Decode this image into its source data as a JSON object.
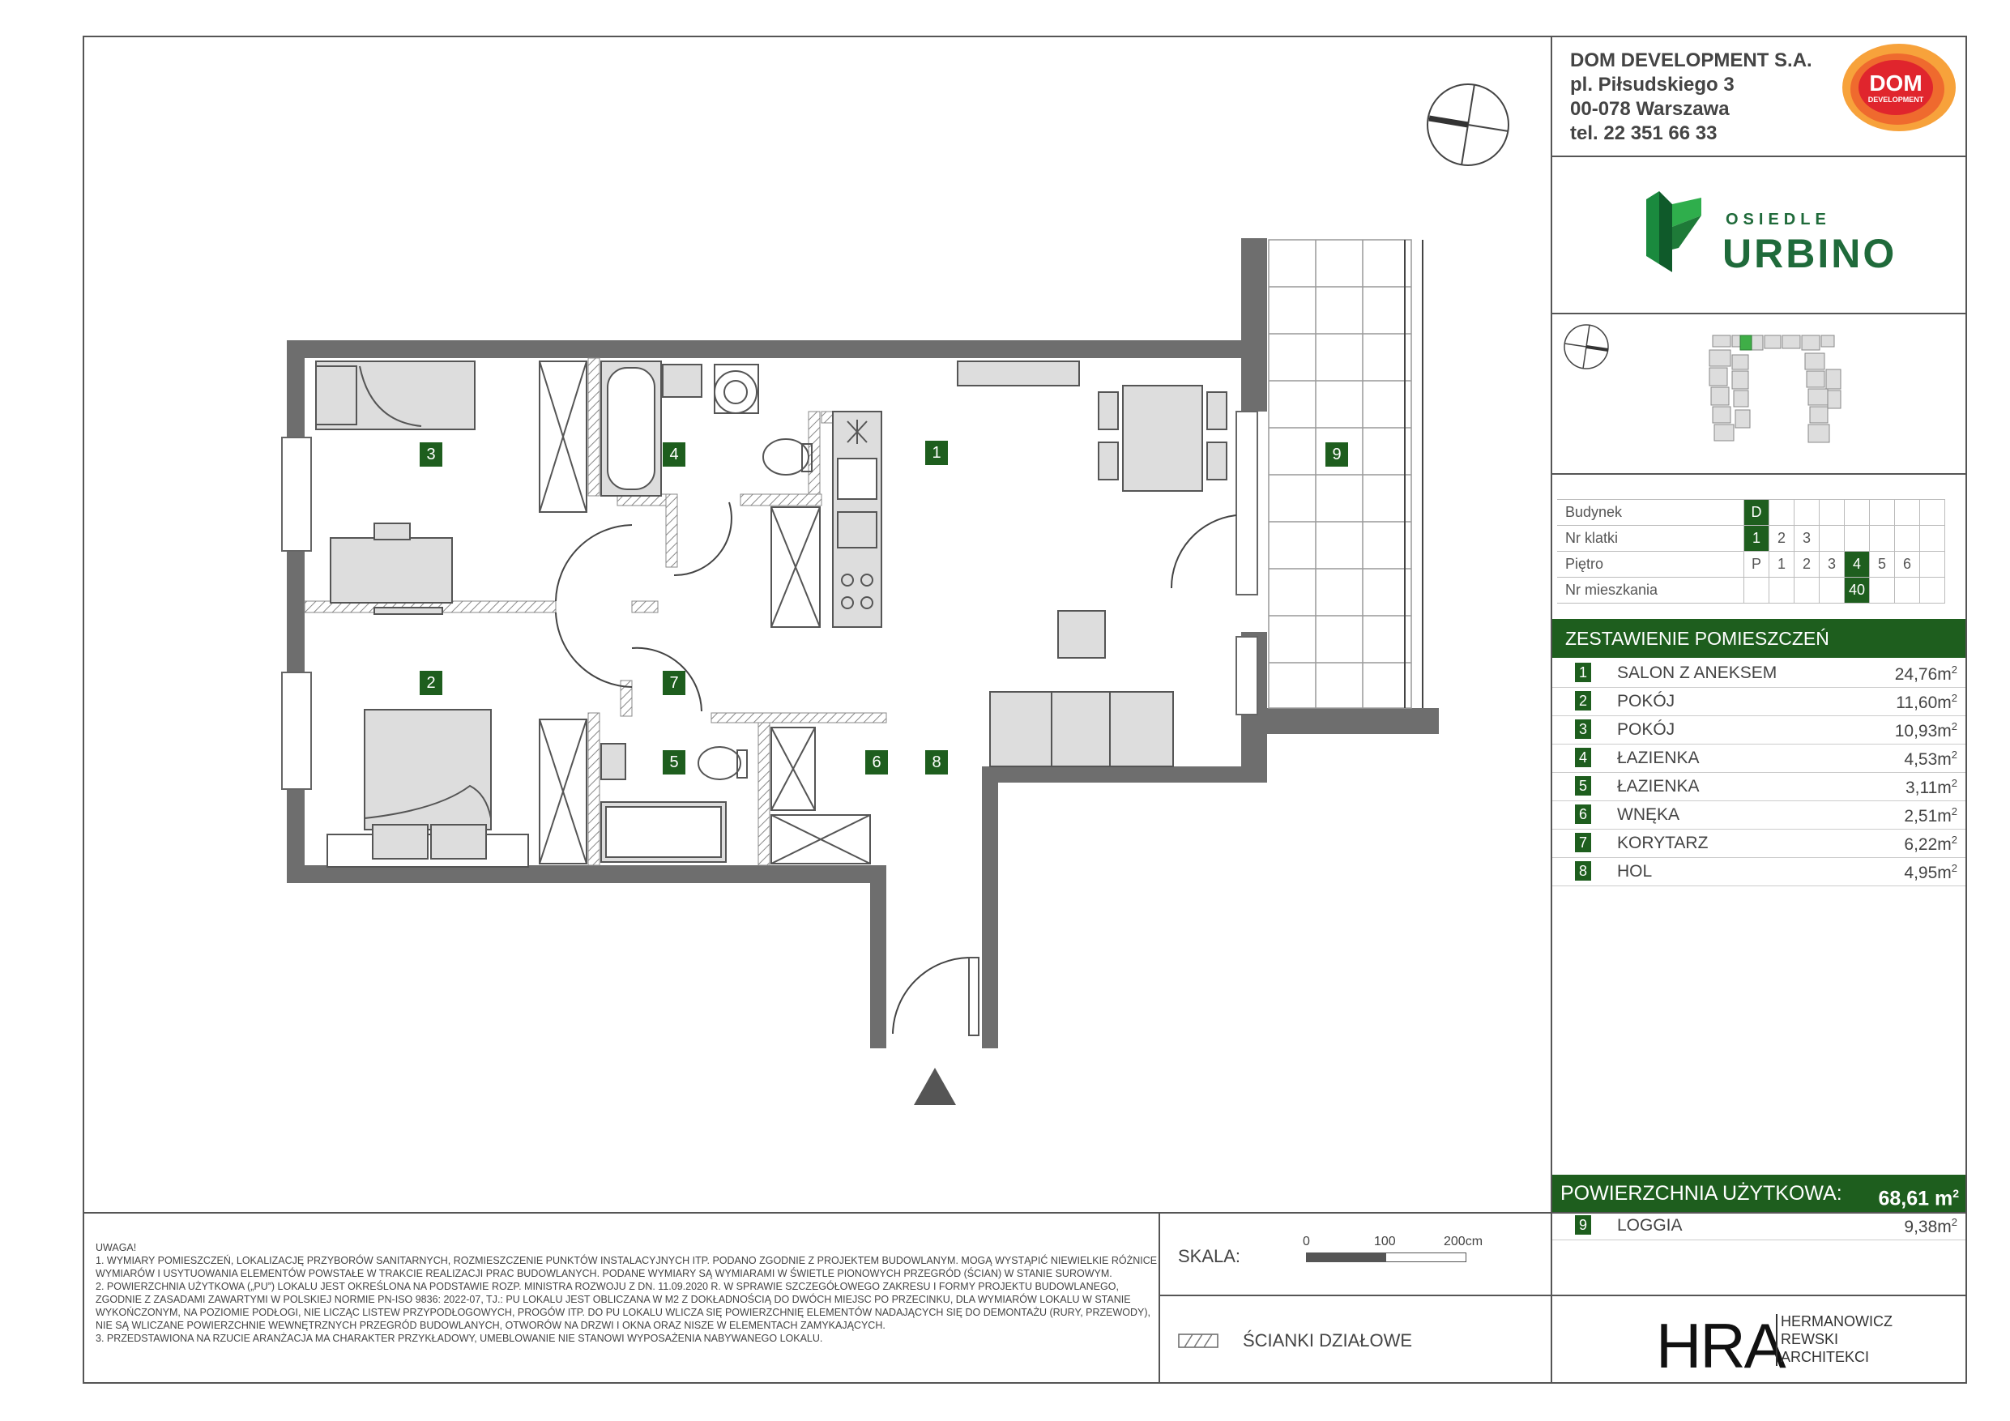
{
  "company": {
    "name": "DOM DEVELOPMENT S.A.",
    "street": "pl. Piłsudskiego 3",
    "city": "00-078 Warszawa",
    "phone": "tel. 22 351 66 33"
  },
  "dom_logo": {
    "line1": "DOM",
    "line2": "DEVELOPMENT"
  },
  "project_logo": {
    "small": "OSIEDLE",
    "big": "URBINO"
  },
  "info_table": {
    "budynek_label": "Budynek",
    "budynek": "D",
    "klatka_label": "Nr klatki",
    "klatki": [
      "1",
      "2",
      "3"
    ],
    "pietro_label": "Piętro",
    "pietra": [
      "P",
      "1",
      "2",
      "3",
      "4",
      "5",
      "6"
    ],
    "mieszkanie_label": "Nr mieszkania",
    "mieszkanie": "40"
  },
  "zestawienie_title": "ZESTAWIENIE POMIESZCZEŃ",
  "rooms": [
    {
      "num": "1",
      "name": "SALON Z ANEKSEM",
      "area": "24,76m"
    },
    {
      "num": "2",
      "name": "POKÓJ",
      "area": "11,60m"
    },
    {
      "num": "3",
      "name": "POKÓJ",
      "area": "10,93m"
    },
    {
      "num": "4",
      "name": "ŁAZIENKA",
      "area": "4,53m"
    },
    {
      "num": "5",
      "name": "ŁAZIENKA",
      "area": "3,11m"
    },
    {
      "num": "6",
      "name": "WNĘKA",
      "area": "2,51m"
    },
    {
      "num": "7",
      "name": "KORYTARZ",
      "area": "6,22m"
    },
    {
      "num": "8",
      "name": "HOL",
      "area": "4,95m"
    }
  ],
  "area_sup": "2",
  "powierzchnia": {
    "label": "POWIERZCHNIA UŻYTKOWA:",
    "value": "68,61 m"
  },
  "loggia": {
    "num": "9",
    "name": "LOGGIA",
    "area": "9,38m"
  },
  "notes": [
    "UWAGA!",
    "1. WYMIARY POMIESZCZEŃ, LOKALIZACJĘ PRZYBORÓW SANITARNYCH, ROZMIESZCZENIE PUNKTÓW INSTALACYJNYCH ITP. PODANO ZGODNIE Z PROJEKTEM BUDOWLANYM. MOGĄ WYSTĄPIĆ NIEWIELKIE RÓŻNICE",
    "WYMIARÓW I USYTUOWANIA ELEMENTÓW POWSTAŁE W TRAKCIE REALIZACJI PRAC BUDOWLANYCH. PODANE WYMIARY SĄ WYMIARAMI W ŚWIETLE PIONOWYCH PRZEGRÓD (ŚCIAN) W STANIE SUROWYM.",
    "2. POWIERZCHNIA UŻYTKOWA („PU”) LOKALU JEST OKREŚLONA NA PODSTAWIE ROZP. MINISTRA ROZWOJU Z DN. 11.09.2020 R. W SPRAWIE SZCZEGÓŁOWEGO ZAKRESU I FORMY PROJEKTU BUDOWLANEGO,",
    "ZGODNIE Z ZASADAMI ZAWARTYMI W POLSKIEJ NORMIE PN-ISO 9836: 2022-07, TJ.: PU LOKALU JEST OBLICZANA W M2 Z DOKŁADNOŚCIĄ DO DWÓCH MIEJSC PO PRZECINKU, DLA WYMIARÓW LOKALU W STANIE",
    "WYKOŃCZONYM, NA POZIOMIE PODŁOGI, NIE LICZĄC LISTEW PRZYPODŁOGOWYCH, PROGÓW ITP. DO PU LOKALU WLICZA SIĘ POWIERZCHNIĘ ELEMENTÓW NADAJĄCYCH SIĘ DO DEMONTAŻU (RURY, PRZEWODY),",
    "NIE SĄ WLICZANE POWIERZCHNIE WEWNĘTRZNYCH PRZEGRÓD BUDOWLANYCH, OTWORÓW NA DRZWI I OKNA ORAZ NISZE W ELEMENTACH ZAMYKAJĄCYCH.",
    "3. PRZEDSTAWIONA NA RZUCIE ARANŻACJA MA CHARAKTER PRZYKŁADOWY, UMEBLOWANIE NIE STANOWI WYPOSAŻENIA NABYWANEGO LOKALU."
  ],
  "skala": {
    "label": "SKALA:",
    "ticks": [
      "0",
      "100",
      "200cm"
    ]
  },
  "legend": "ŚCIANKI DZIAŁOWE",
  "architect": {
    "logo": "HRA",
    "line1": "HERMANOWICZ",
    "line2": "REWSKI",
    "line3": "ARCHITEKCI"
  },
  "plan_tags": [
    {
      "num": "1"
    },
    {
      "num": "2"
    },
    {
      "num": "3"
    },
    {
      "num": "4"
    },
    {
      "num": "5"
    },
    {
      "num": "6"
    },
    {
      "num": "7"
    },
    {
      "num": "8"
    },
    {
      "num": "9"
    }
  ],
  "colors": {
    "green": "#1e5e1e",
    "wall": "#6e6e6e",
    "dom_red": "#e63a2e",
    "dom_orange": "#f7a23b"
  }
}
